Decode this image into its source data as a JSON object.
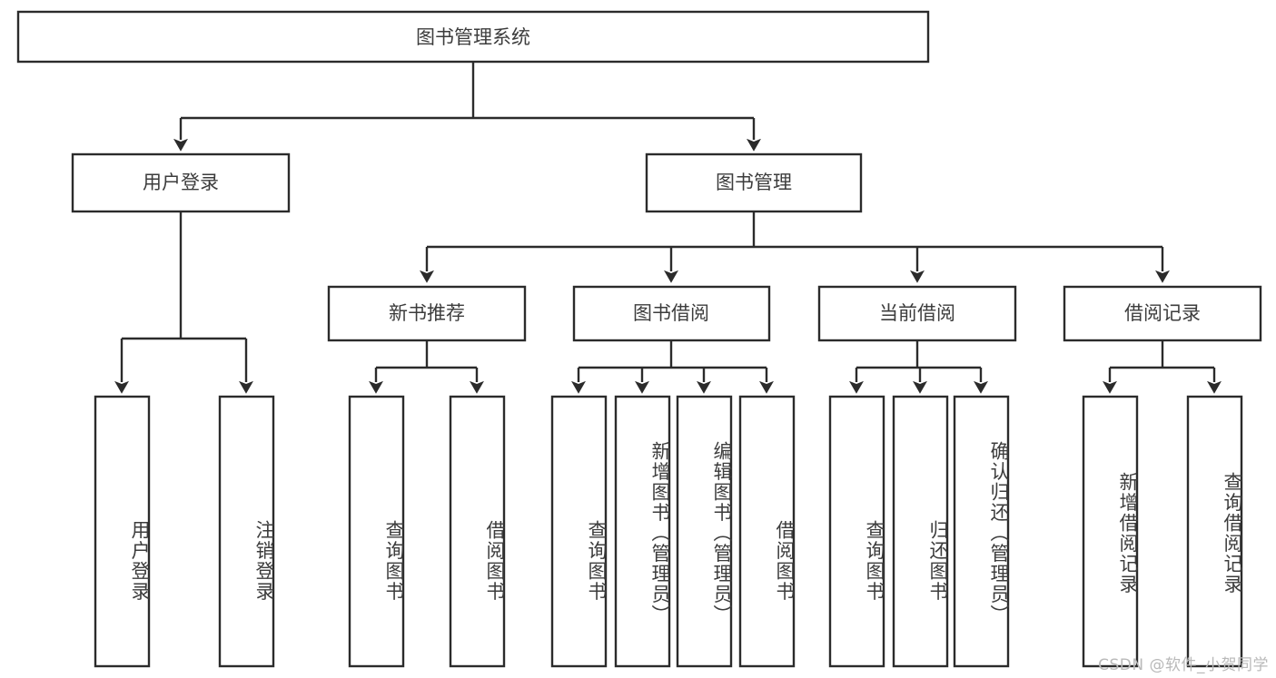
{
  "diagram": {
    "title": "图书管理系统",
    "type": "tree-hierarchy-functional-structure",
    "root": {
      "id": "root",
      "label": "图书管理系统"
    },
    "level2": [
      {
        "id": "user-login",
        "label": "用户登录"
      },
      {
        "id": "book-management",
        "label": "图书管理"
      }
    ],
    "level3": [
      {
        "id": "new-book-recommend",
        "label": "新书推荐",
        "parent": "book-management"
      },
      {
        "id": "book-borrow",
        "label": "图书借阅",
        "parent": "book-management"
      },
      {
        "id": "current-borrow",
        "label": "当前借阅",
        "parent": "book-management"
      },
      {
        "id": "borrow-record",
        "label": "借阅记录",
        "parent": "book-management"
      }
    ],
    "leaves": [
      {
        "id": "leaf-user-login",
        "label": "用户登录",
        "parent": "user-login"
      },
      {
        "id": "leaf-logout-login",
        "label": "注销登录",
        "parent": "user-login"
      },
      {
        "id": "leaf-query-book-1",
        "label": "查询图书",
        "parent": "new-book-recommend"
      },
      {
        "id": "leaf-borrow-book-1",
        "label": "借阅图书",
        "parent": "new-book-recommend"
      },
      {
        "id": "leaf-query-book-2",
        "label": "查询图书",
        "parent": "book-borrow"
      },
      {
        "id": "leaf-add-book",
        "label": "新增图书（管理员）",
        "parent": "book-borrow"
      },
      {
        "id": "leaf-edit-book",
        "label": "编辑图书（管理员）",
        "parent": "book-borrow"
      },
      {
        "id": "leaf-borrow-book-2",
        "label": "借阅图书",
        "parent": "book-borrow"
      },
      {
        "id": "leaf-query-book-3",
        "label": "查询图书",
        "parent": "current-borrow"
      },
      {
        "id": "leaf-return-book",
        "label": "归还图书",
        "parent": "current-borrow"
      },
      {
        "id": "leaf-confirm-return",
        "label": "确认归还（管理员）",
        "parent": "current-borrow"
      },
      {
        "id": "leaf-add-record",
        "label": "新增借阅记录",
        "parent": "borrow-record"
      },
      {
        "id": "leaf-query-record",
        "label": "查询借阅记录",
        "parent": "borrow-record"
      }
    ],
    "colors": {
      "stroke": "#2b2b2b",
      "box_fill": "#ffffff",
      "text": "#3c3c3c",
      "background": "#ffffff",
      "watermark": "#b9b9b9"
    }
  },
  "watermark": {
    "text": "CSDN @软件_小贺同学"
  }
}
